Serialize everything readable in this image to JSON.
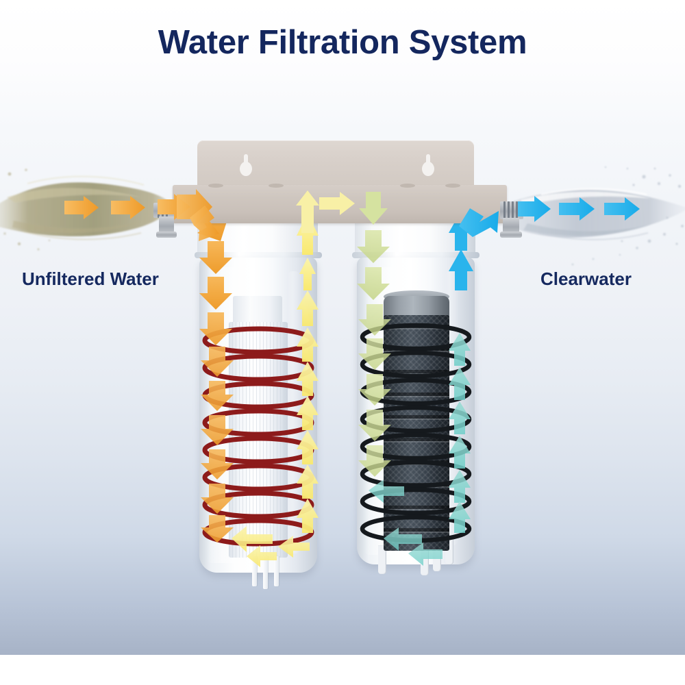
{
  "page": {
    "title": "Water Filtration System",
    "background_top_color": "#ffffff",
    "background_bottom_color": "#a7b3c7"
  },
  "labels": {
    "left": "Unfiltered Water",
    "right": "Clearwater",
    "text_color": "#15295f"
  },
  "diagram": {
    "type": "two-stage-water-filter-cutaway",
    "bracket": {
      "name": "wall-mounting-bracket",
      "color": "#d4ccc5",
      "keyhole_slots": 2,
      "screw_holes": 4
    },
    "stages": [
      {
        "index": 1,
        "name": "sediment-filter-stage",
        "cartridge": "sediment-cartridge",
        "cartridge_color": "#f3f6f9",
        "coil_color": "#8d1b1b",
        "inflow_arrow_color": "#f0a43c",
        "outflow_arrow_color": "#f8ef9a",
        "housing_color": "#ffffff"
      },
      {
        "index": 2,
        "name": "carbon-block-filter-stage",
        "cartridge": "carbon-block-cartridge",
        "cartridge_color": "#2b333b",
        "cartridge_cap_color": "#9aa2aa",
        "coil_color": "#1b1f23",
        "inflow_arrow_color": "#cfdd97",
        "outflow_arrow_color": "#7fd0c8",
        "housing_color": "#ffffff"
      }
    ],
    "ports": {
      "inlet": {
        "name": "inlet-port",
        "color": "#a9aeb5"
      },
      "outlet": {
        "name": "outlet-port",
        "color": "#a9aeb5"
      }
    },
    "water": {
      "inlet_stream": {
        "name": "dirty-water-stream",
        "color": "#9b9367",
        "arrow_color": "#f4a429"
      },
      "outlet_stream": {
        "name": "clean-water-stream",
        "color": "#c9ced6",
        "arrow_color": "#29b6ec"
      }
    },
    "flow_arrows": {
      "inlet_horizontal": "#f4a429",
      "stage1_down": "#f0a43c",
      "stage1_up": "#f8ef9a",
      "bridge_right": "#f5eda2",
      "stage2_down": "#cfdd97",
      "stage2_up": "#56c8d6",
      "outlet_horizontal": "#29b6ec"
    }
  }
}
